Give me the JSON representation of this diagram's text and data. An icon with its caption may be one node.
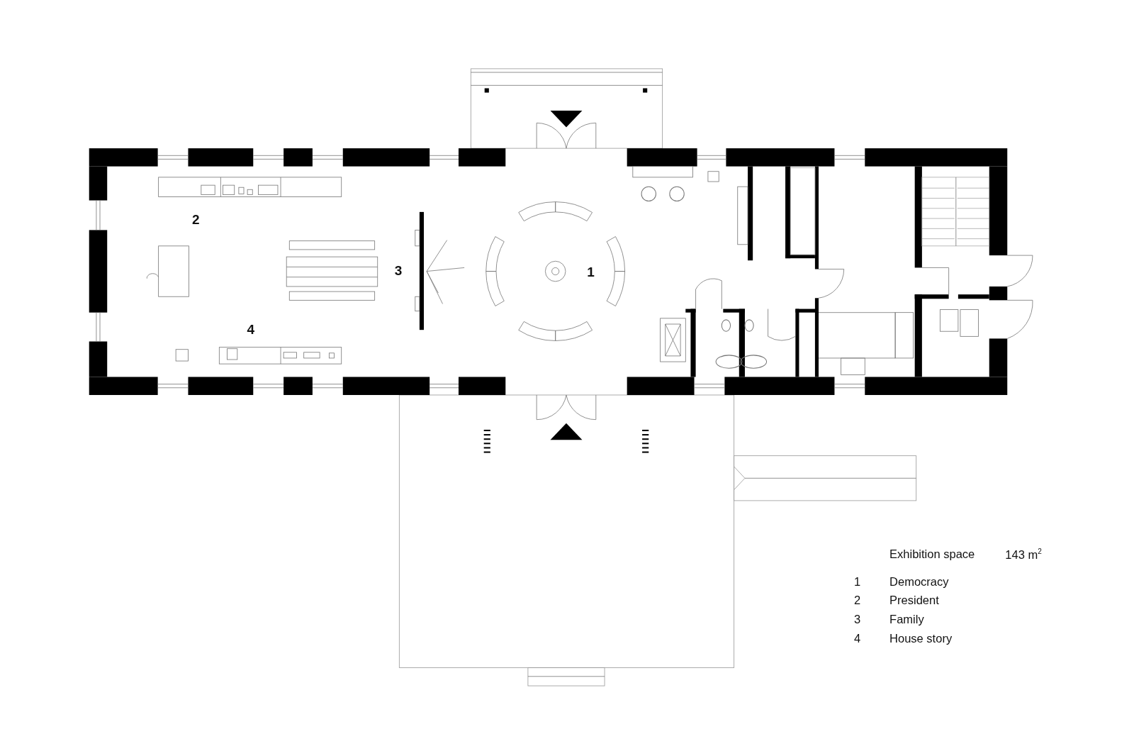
{
  "diagram": {
    "labels": [
      "2",
      "3",
      "1",
      "4",
      "Exhibition space",
      "143 m$^{2}$",
      "1",
      "Democracy",
      "2",
      "President",
      "3",
      "Family",
      "4",
      "House story"
    ]
  }
}
